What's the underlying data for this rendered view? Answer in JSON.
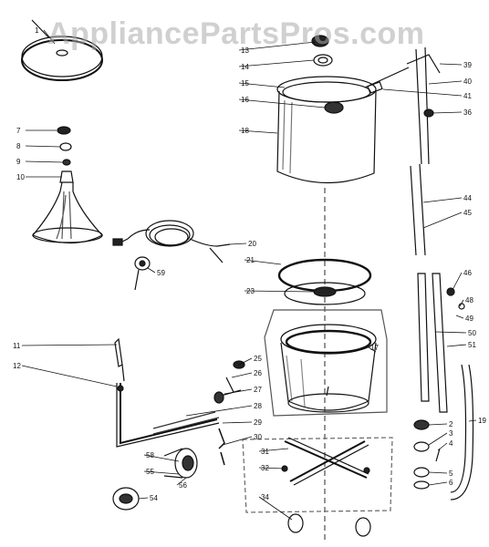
{
  "watermark": "AppliancePartsPros.com",
  "colors": {
    "ink": "#111111",
    "shade": "#555555",
    "watermark": "#aaaaaa"
  },
  "callouts": [
    {
      "num": "1"
    },
    {
      "num": "13"
    },
    {
      "num": "14"
    },
    {
      "num": "15"
    },
    {
      "num": "16"
    },
    {
      "num": "18"
    },
    {
      "num": "7"
    },
    {
      "num": "8"
    },
    {
      "num": "9"
    },
    {
      "num": "10"
    },
    {
      "num": "20"
    },
    {
      "num": "59"
    },
    {
      "num": "21"
    },
    {
      "num": "23"
    },
    {
      "num": "11"
    },
    {
      "num": "12"
    },
    {
      "num": "25"
    },
    {
      "num": "26"
    },
    {
      "num": "27"
    },
    {
      "num": "28"
    },
    {
      "num": "29"
    },
    {
      "num": "30"
    },
    {
      "num": "58"
    },
    {
      "num": "55"
    },
    {
      "num": "56"
    },
    {
      "num": "54"
    },
    {
      "num": "31"
    },
    {
      "num": "32"
    },
    {
      "num": "34"
    },
    {
      "num": "17"
    },
    {
      "num": "50"
    },
    {
      "num": "51"
    },
    {
      "num": "19"
    },
    {
      "num": "2"
    },
    {
      "num": "3"
    },
    {
      "num": "4"
    },
    {
      "num": "5"
    },
    {
      "num": "6"
    },
    {
      "num": "39"
    },
    {
      "num": "40"
    },
    {
      "num": "41"
    },
    {
      "num": "36"
    },
    {
      "num": "44"
    },
    {
      "num": "45"
    },
    {
      "num": "46"
    },
    {
      "num": "48"
    },
    {
      "num": "49"
    }
  ]
}
